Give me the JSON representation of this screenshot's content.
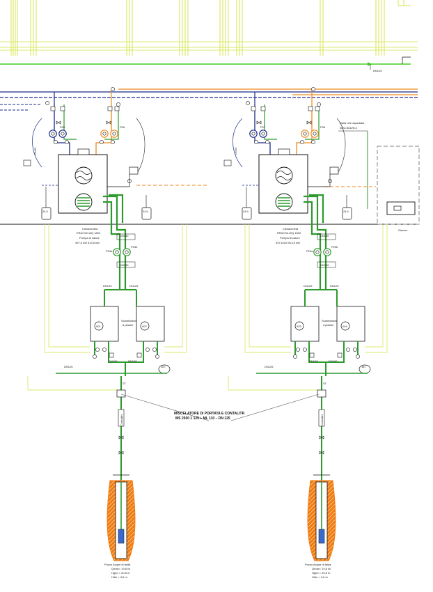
{
  "diagram": {
    "header_pipe": {
      "size": "DN125"
    },
    "side_note": {
      "line1": "Dalla rete aspedalia",
      "line2": "linea 8CD/N.2"
    },
    "station_label": "Stazion",
    "mixer": {
      "title": "MISCELATORE DI PORTATA E CONTALITR",
      "spec": "MS 2500 1 125 + ML 110 – DN 125"
    },
    "units": [
      {
        "id": "left",
        "pump_left_tag": "P05",
        "pump_right_tag": "P06",
        "vessel_left": "24 lt",
        "vessel_right": "24 lt",
        "dn_side": "DN50",
        "heat_pump": {
          "line1": "Climaveneta",
          "line2": "ERACS2-WQ 1802",
          "line3": "Pompa di calore",
          "line4": "497,6 kW 513,5 kW"
        },
        "pumps_mid": {
          "top": "DN150",
          "left": "P23a",
          "right": "P23b",
          "bottom": "DN150"
        },
        "exchanger": {
          "dn_top_left": "DN125",
          "dn_top_right": "DN125",
          "left_id": "001",
          "right_id": "002",
          "line1": "Scambiatore",
          "line2": "a piastre"
        },
        "lower": {
          "dn_left": "DN100",
          "dn_right": "DN100",
          "dn_side": "DN125",
          "tank": "18 l",
          "st": "ST"
        },
        "meter": "Contalitri",
        "well": {
          "title": "Pozzo Acque di falda",
          "q": "Qmax= 19,8 l/s",
          "h1": "Hgeo = 20,5 m",
          "h2": "Hdin = 3,6 m"
        }
      },
      {
        "id": "right",
        "pump_left_tag": "P07",
        "pump_right_tag": "P08",
        "vessel_left": "24 lt",
        "vessel_right": "24 lt",
        "dn_side": "DN50",
        "heat_pump": {
          "line1": "Climaveneta",
          "line2": "ERACS2-WQ 1802",
          "line3": "Pompa di calore",
          "line4": "497,6 kW 513,5 kW"
        },
        "pumps_mid": {
          "top": "DN150",
          "left": "P23a",
          "right": "P23b",
          "bottom": "DN150"
        },
        "exchanger": {
          "dn_top_left": "DN125",
          "dn_top_right": "DN125",
          "left_id": "003",
          "right_id": "004",
          "line1": "Scambiatore",
          "line2": "a piastre"
        },
        "lower": {
          "dn_left": "DN100",
          "dn_right": "DN100",
          "dn_side": "DN125",
          "tank": "18 l",
          "st": "ST"
        },
        "meter": "Contalitri",
        "well": {
          "title": "Pozzo Acque di falda",
          "q": "Qmax= 19,8 l/s",
          "h1": "Hgeo = 20,5 m",
          "h2": "Hdin = 3,6 m"
        }
      }
    ],
    "colors": {
      "yellow_line": "#dde86a",
      "green_pipe": "#2c9a2c",
      "bright_green": "#44cc22",
      "orange_pipe": "#ee8a1a",
      "navy_pipe": "#1a2a88",
      "well_orange": "#f07a12",
      "dark_green_box": "#1f6b1f",
      "grey_dash": "#9a9a9a"
    }
  }
}
